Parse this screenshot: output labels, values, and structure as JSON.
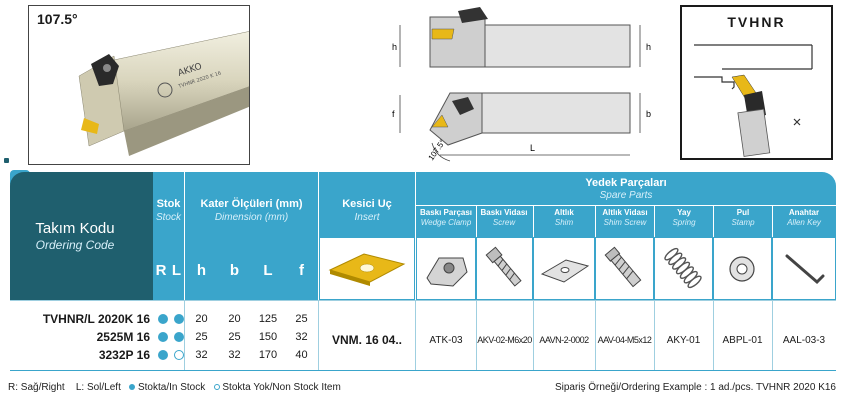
{
  "photo": {
    "angle": "107.5°",
    "logo_text": "AKKO",
    "engraving": "TVHNR 2020 K 16"
  },
  "drawings": {
    "labels": {
      "h1": "h",
      "h2": "h",
      "f": "f",
      "b": "b",
      "angle": "107.5°",
      "length": "L"
    }
  },
  "tvhnr": {
    "title": "TVHNR"
  },
  "header": {
    "ordering_code": "Takım Kodu",
    "ordering_code_en": "Ordering Code",
    "stock": "Stok",
    "stock_en": "Stock",
    "dimension": "Kater Ölçüleri (mm)",
    "dimension_en": "Dimension (mm)",
    "insert": "Kesici Uç",
    "insert_en": "Insert",
    "spare_parts": "Yedek Parçaları",
    "spare_parts_en": "Spare Parts",
    "cols": {
      "R": "R",
      "L": "L",
      "h": "h",
      "b": "b",
      "Lcol": "L",
      "f": "f"
    },
    "parts": [
      {
        "tr": "Baskı Parçası",
        "en": "Wedge Clamp"
      },
      {
        "tr": "Baskı Vidası",
        "en": "Screw"
      },
      {
        "tr": "Altlık",
        "en": "Shim"
      },
      {
        "tr": "Altlık Vidası",
        "en": "Shim Screw"
      },
      {
        "tr": "Yay",
        "en": "Spring"
      },
      {
        "tr": "Pul",
        "en": "Stamp"
      },
      {
        "tr": "Anahtar",
        "en": "Allen Key"
      }
    ]
  },
  "rows": [
    {
      "code": "TVHNR/L 2020K 16",
      "R": "filled",
      "L": "filled",
      "h": "20",
      "b": "20",
      "Lval": "125",
      "f": "25"
    },
    {
      "code": "2525M 16",
      "R": "filled",
      "L": "filled",
      "h": "25",
      "b": "25",
      "Lval": "150",
      "f": "32"
    },
    {
      "code": "3232P 16",
      "R": "filled",
      "L": "empty",
      "h": "32",
      "b": "32",
      "Lval": "170",
      "f": "40"
    }
  ],
  "shared": {
    "insert": "VNM. 16 04..",
    "parts": [
      "ATK-03",
      "AKV-02-M6x20",
      "AAVN-2-0002",
      "AAV-04-M5x12",
      "AKY-01",
      "ABPL-01",
      "AAL-03-3"
    ]
  },
  "footer": {
    "legend_right": "R: Sağ/Right",
    "legend_left": "L: Sol/Left",
    "legend_in": "Stokta/In Stock",
    "legend_out": "Stokta Yok/Non Stock Item",
    "example": "Sipariş Örneği/Ordering Example : 1 ad./pcs. TVHNR 2020 K16"
  },
  "colors": {
    "dark": "#1f5f6e",
    "blue": "#3aa5cb",
    "insert_gold": "#e8b818"
  }
}
